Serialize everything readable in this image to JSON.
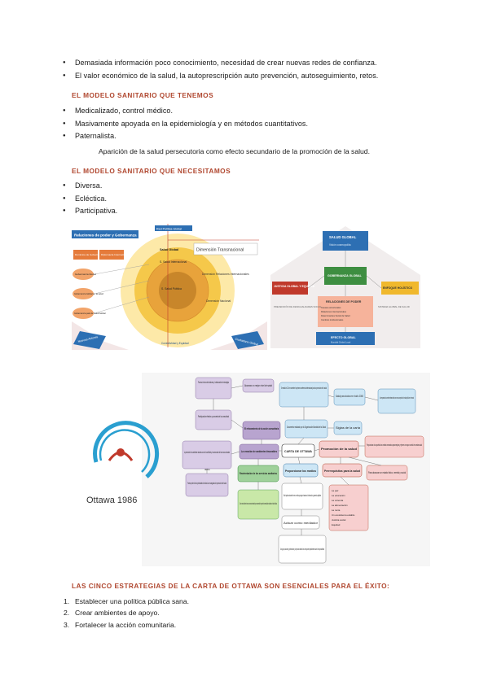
{
  "bullets_top": [
    "Demasiada información poco conocimiento, necesidad de crear nuevas redes de confianza.",
    "El valor económico de la salud, la autoprescripción auto prevención, autoseguimiento, retos."
  ],
  "section1": {
    "heading": "EL MODELO SANITARIO QUE TENEMOS",
    "bullets": [
      "Medicalizado, control médico.",
      "Masivamente apoyada en la epidemiología y en métodos cuantitativos.",
      "Paternalista."
    ],
    "note": "Aparición de la salud persecutoria como efecto secundario de la promoción de la salud."
  },
  "section2": {
    "heading": "EL MODELO SANITARIO QUE NECESITAMOS",
    "bullets": [
      "Diversa.",
      "Ecléctica.",
      "Participativa."
    ]
  },
  "fig1": {
    "relaciones": "Relaciones de poder y Gobernanza",
    "red_politica": "Red Política Global",
    "dim_transnacional": "Dimensión Transnacional",
    "salud_global": "Salud Global",
    "salud_internacional": "S. Salud Internacional",
    "salud_publica": "S. Salud Pública",
    "dim_relaciones": "Dimensión Relaciones Internacionales",
    "dim_nacional": "Dimensión Nacional",
    "gob_global": "Dominios de Gobernanza",
    "diplomacia": "Diplomacia Internacional",
    "box1": "Gobernanza Global",
    "box2": "Gobernanza Global en la salud",
    "box3": "Gobernanza para la Salud Global",
    "nuevos_actores": "Nuevos Actores",
    "ciudadano": "Ciudadano Global",
    "conectividad": "Conectividad y Equidad"
  },
  "fig2": {
    "salud_global": "SALUD GLOBAL",
    "salud_global_sub": "Visión cosmopolita",
    "justicia": "JUSTICIA GLOBAL Y EQUIDAD",
    "gobernanza": "GOBERNANZA GLOBAL",
    "enfoque": "ENFOQUE HOLÍSTICO",
    "relaciones": "RELACIONES DE PODER",
    "relaciones_items": [
      "Causas estructurales",
      "Relaciones internacionales",
      "Determinantes Social de Salud",
      "Cambios institucionales"
    ],
    "efecto": "EFECTO GLOBAL",
    "efecto_sub": "Mundial Global Local",
    "left_text": "PREVENCIÓN DE DESIGUALDADES SOCIAL",
    "right_text": "SISTEMA GLOBAL DE SALUD"
  },
  "fig3": {
    "logo_text": "Ottawa 1986",
    "center": "CARTA DE OTTAWA",
    "nodes": {
      "n1": "Proceso de toma de decisiones y la elaboración de estrategias",
      "n2": "Alcanzar un mejor nivel de salud",
      "n3": "Se realizó el 21 de noviembre la primera conferencia internacional para la promoción de la salud",
      "n4": "Salud para todos en el año 2000",
      "n5": "Una respuesta a la creciente demanda de una nueva concepción de la salud pública en el mundo",
      "n6": "Participación efectiva y concreta de la comunidad",
      "n7": "El reforzamiento de la acción comunitaria",
      "n8": "Documento realizado por la Organización Mundial de la Salud",
      "n9": "Siglas de la carta",
      "n10": "Proporcionar a los pueblos los medios necesarios para mejorar y ejercer un mayor control de nuestra salud",
      "n11": "La protección de los ambientes naturales como de los artificiales y la conservación de los recursos naturales",
      "n12": "La creación de ambientes favorables",
      "n13": "Promoción de la salud",
      "n14": "Para alcanzar un estado físico, mental y social",
      "n15": "Formar parte de las prioridades de todos los encargados de promoción del salud",
      "n16": "Reorientación de los servicios sanitarios",
      "n17": "Proporcionar los medios",
      "n18": "Prerrequisitos para la salud",
      "n19": "Cómo nuestros deben tomar una nueva orientación que sea sensible y respete las necesidades culturales de los individuos",
      "n20": "Esto implica una base firme en un medio que apoye el acceso a la información y poseer las aptitudes",
      "n21": "Actuar como mediador",
      "n22": "A los grupos sociales y profesionales y al personal sanitario les corresponde especialmente asumir la responsabilidad"
    },
    "prereq": [
      "La paz",
      "La educación",
      "La vivienda",
      "La alimentación",
      "La renta",
      "Un ecosistema estable",
      "Justicia social",
      "Equidad"
    ],
    "small_label": "debe"
  },
  "section3": {
    "heading": "LAS CINCO ESTRATEGIAS DE LA CARTA DE OTTAWA SON ESENCIALES PARA EL ÉXITO:",
    "items": [
      {
        "n": "1.",
        "text": "Establecer una política pública sana."
      },
      {
        "n": "2.",
        "text": "Crear ambientes de apoyo."
      },
      {
        "n": "3.",
        "text": "Fortalecer la acción comunitaria."
      }
    ]
  }
}
